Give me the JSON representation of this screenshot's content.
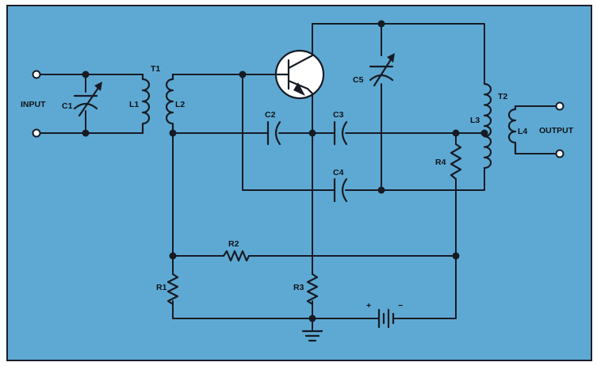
{
  "background_color": "#5ea9d3",
  "ink_color": "#171b24",
  "labels": {
    "input": "INPUT",
    "output": "OUTPUT",
    "c1": "C1",
    "c2": "C2",
    "c3": "C3",
    "c4": "C4",
    "c5": "C5",
    "l1": "L1",
    "l2": "L2",
    "l3": "L3",
    "l4": "L4",
    "t1": "T1",
    "t2": "T2",
    "r1": "R1",
    "r2": "R2",
    "r3": "R3",
    "r4": "R4",
    "battery_plus": "+",
    "battery_minus": "−"
  }
}
